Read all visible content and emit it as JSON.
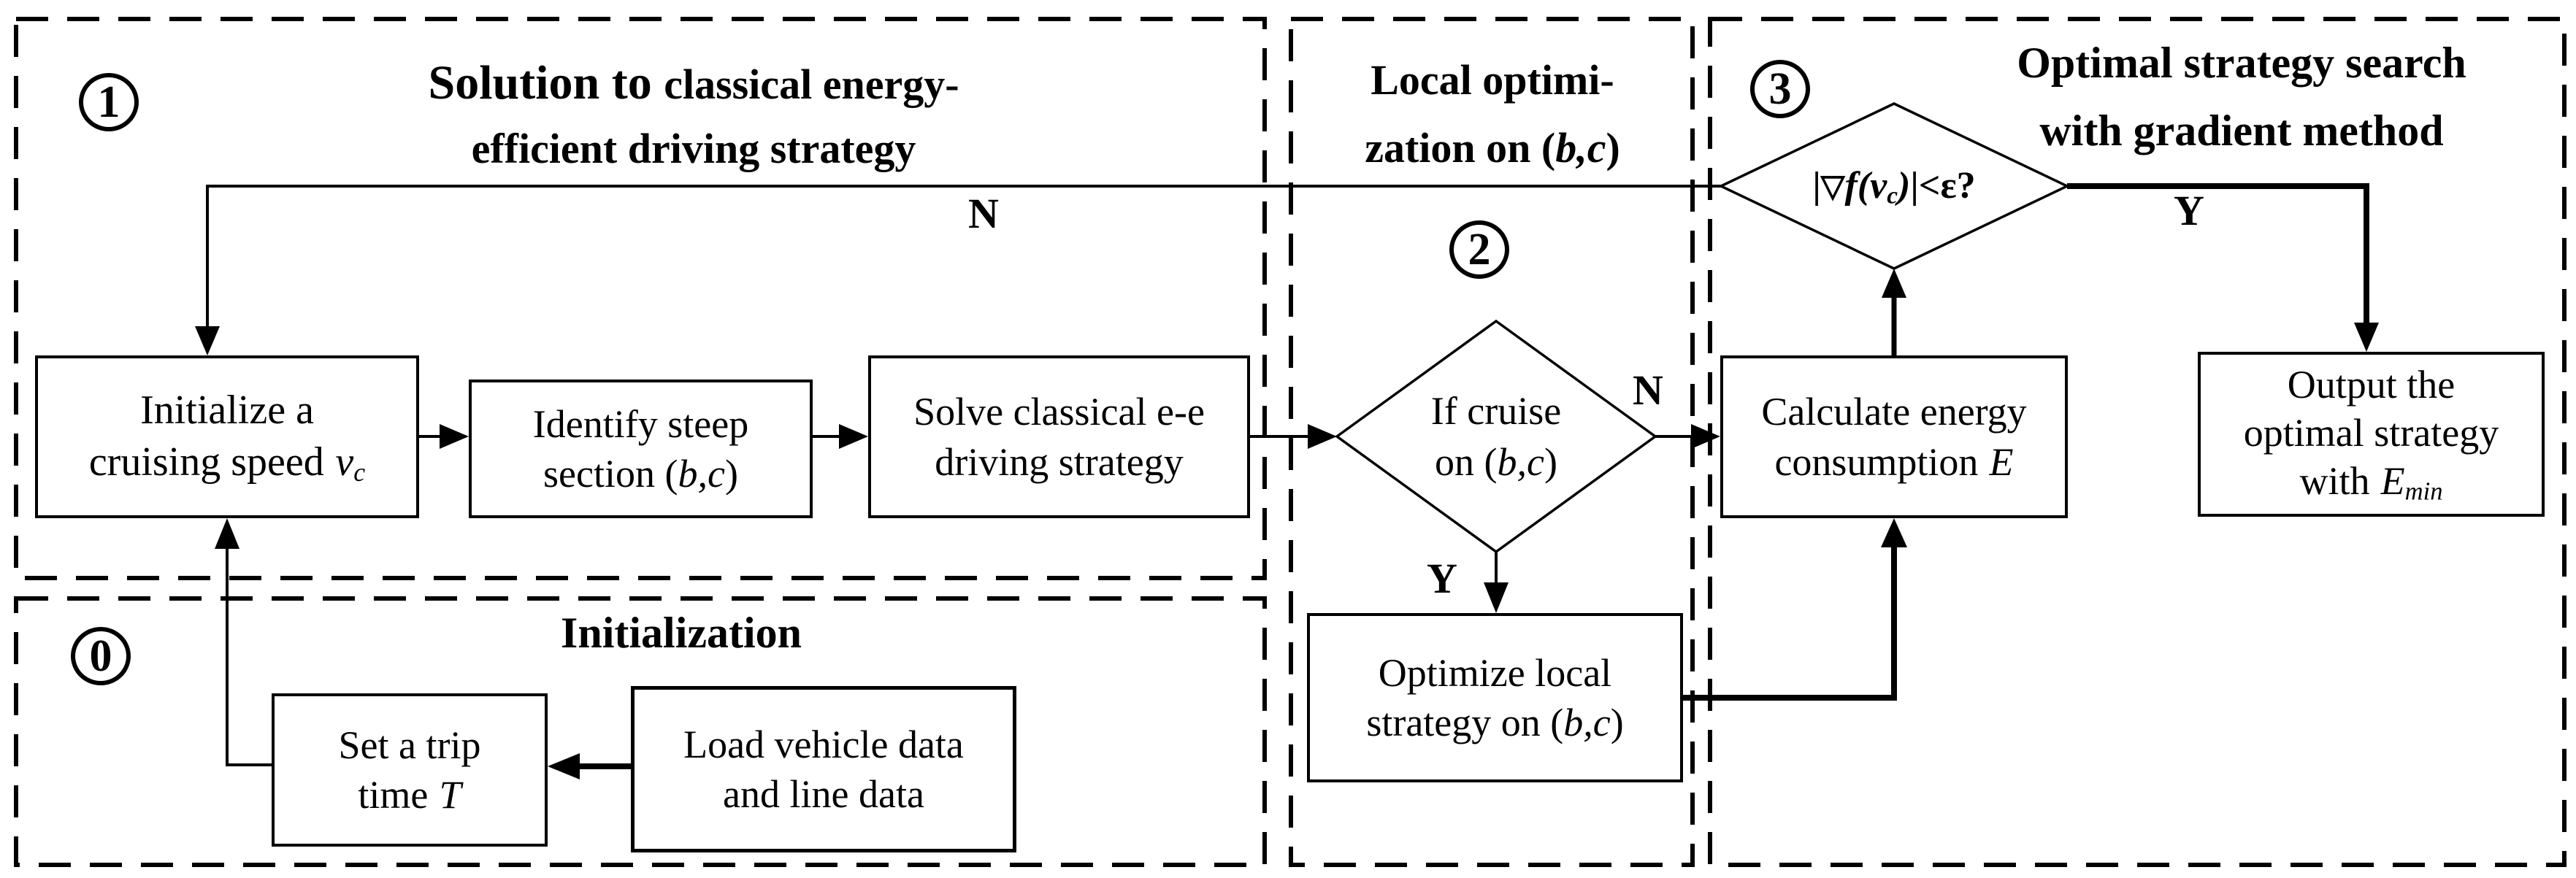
{
  "figure": {
    "type": "flowchart",
    "ink": "#000000",
    "background": "#ffffff"
  },
  "sections": {
    "solution": {
      "number": "1",
      "title_part1": "Solution to ",
      "title_part2": "classical energy-",
      "title_line2": "efficient driving strategy"
    },
    "initialization": {
      "number": "0",
      "title": "Initialization"
    },
    "local_optimization": {
      "number": "2",
      "title_line1": "Local optimi-",
      "title_line2_prefix": "zation on (",
      "title_line2_var": "b,c",
      "title_line2_suffix": ")"
    },
    "optimal_search": {
      "number": "3",
      "title_line1": "Optimal strategy search",
      "title_line2": "with gradient method"
    }
  },
  "boxes": {
    "initialize": {
      "line1": "Initialize a",
      "line2_prefix": "cruising speed",
      "var": "v",
      "var_sub": "c"
    },
    "identify": {
      "line1": "Identify steep",
      "line2_prefix": "section (",
      "var": "b,c",
      "line2_suffix": ")"
    },
    "solve": {
      "line1": "Solve classical e-e",
      "line2": "driving strategy"
    },
    "optimize_local": {
      "line1": "Optimize local",
      "line2_prefix": "strategy on (",
      "var": "b,c",
      "line2_suffix": ")"
    },
    "calculate_energy": {
      "line1": "Calculate energy",
      "line2_prefix": "consumption",
      "var": "E"
    },
    "output": {
      "line1": "Output the",
      "line2": "optimal strategy",
      "line3_prefix": "with",
      "var": "E",
      "var_sub": "min"
    },
    "set_trip_time": {
      "line1": "Set a trip",
      "line2_prefix": "time",
      "var": "T"
    },
    "load_data": {
      "line1": "Load vehicle data",
      "line2": "and line data"
    }
  },
  "decisions": {
    "cruise": {
      "line1": "If cruise",
      "line2_prefix": "on (",
      "var": "b,c",
      "line2_suffix": ")"
    },
    "gradient": {
      "open_bar": "|",
      "nabla": "▽",
      "func": "f(v",
      "func_sub": "c",
      "close_paren": ")",
      "tail": "|<ε?"
    }
  },
  "edge_labels": {
    "feedback_no": "N",
    "cruise_no": "N",
    "cruise_yes": "Y",
    "gradient_yes": "Y"
  }
}
